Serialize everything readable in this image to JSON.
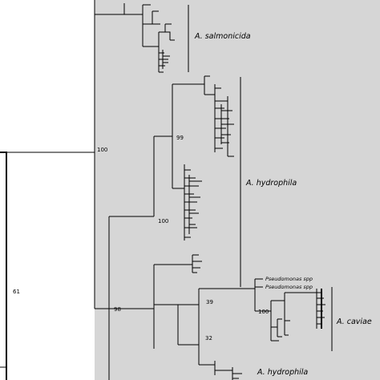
{
  "tree": {
    "shade_color": "#d6d6d6",
    "line_color": "#000000",
    "support_values": {
      "root_61": "61",
      "node_100_top": "100",
      "node_99": "99",
      "node_100_mid": "100",
      "node_98": "98",
      "node_39": "39",
      "node_100_caviae": "100",
      "node_32": "32"
    },
    "clades": {
      "salmonicida": "A. salmonicida",
      "hydrophila_top": "A. hydrophila",
      "caviae": "A. caviae",
      "hydrophila_bottom": "A. hydrophila"
    },
    "tips": {
      "pseudomonas_1": "Pseudomonas spp",
      "pseudomonas_2": "Pseudomonas spp"
    }
  }
}
